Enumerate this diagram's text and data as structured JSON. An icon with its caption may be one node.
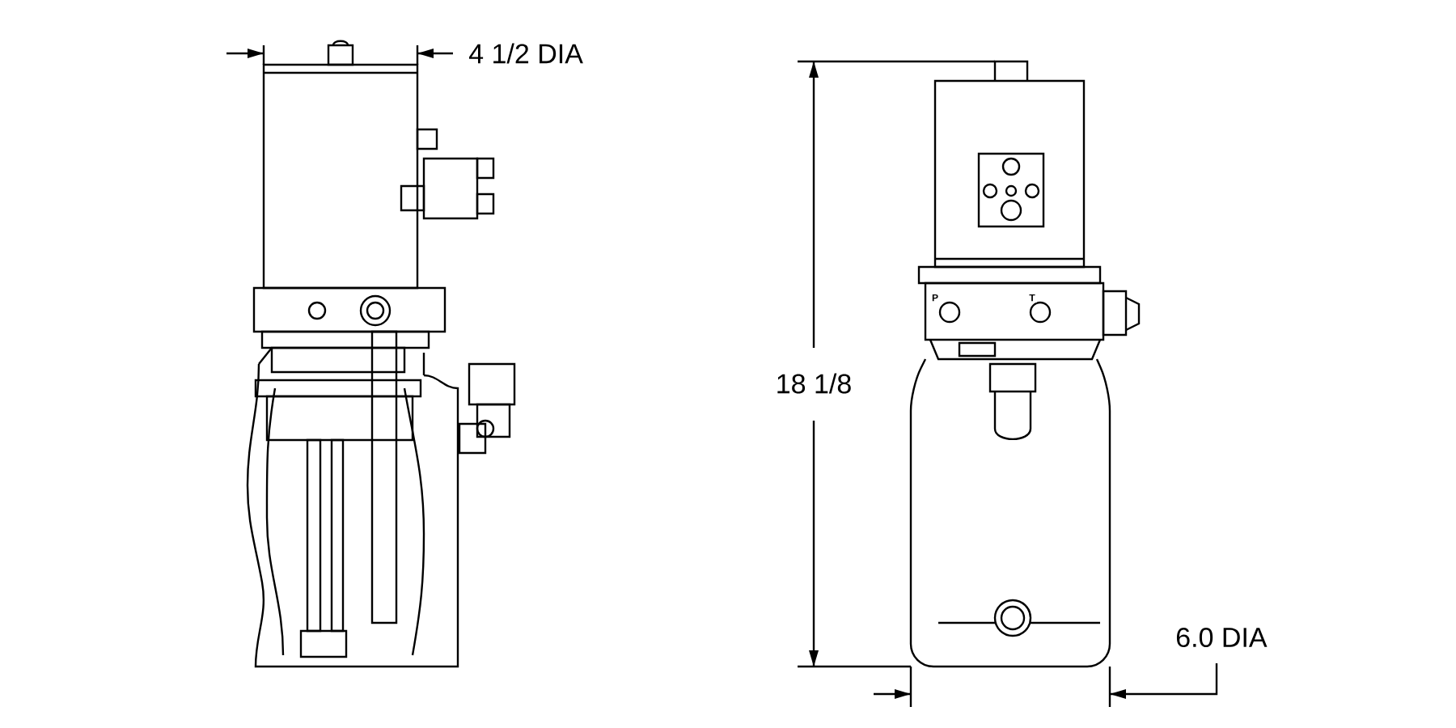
{
  "diagram": {
    "labels": [
      "4 1/2 DIA",
      "18 1/8",
      "P",
      "T",
      "6.0 DIA"
    ]
  }
}
